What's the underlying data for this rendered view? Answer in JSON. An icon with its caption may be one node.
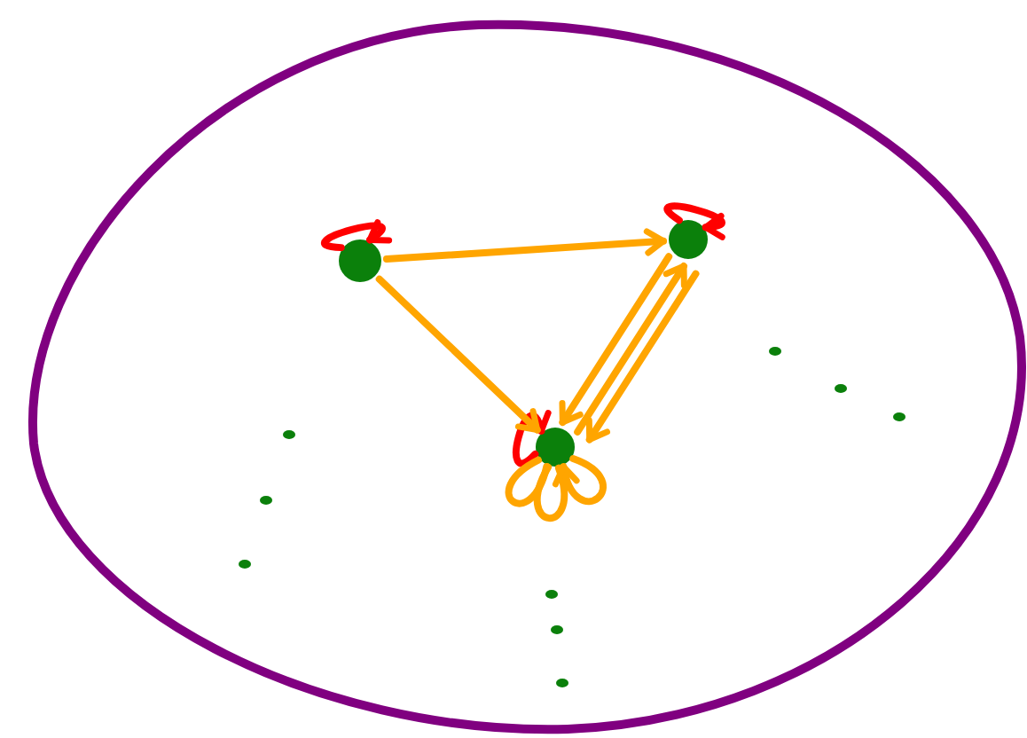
{
  "diagram": {
    "nodes": [
      {
        "text": [],
        "shape": "circle"
      },
      {
        "text": [],
        "shape": "circle",
        "in": 0
      },
      {
        "text": [],
        "shape": "circle",
        "in": 0
      },
      {
        "text": [],
        "shape": "circle",
        "in": 0
      }
    ],
    "edges": [
      {
        "from": 1,
        "to": 1,
        "arrow": "to",
        "color": "#ff0000"
      },
      {
        "from": 2,
        "to": 2,
        "arrow": "to",
        "color": "#ff0000"
      },
      {
        "from": 3,
        "to": 3,
        "arrow": "to",
        "color": "#ff0000"
      },
      {
        "from": 1,
        "to": 2,
        "arrow": "to"
      },
      {
        "from": 1,
        "to": 3,
        "arrow": "to"
      },
      {
        "from": 2,
        "to": 3,
        "arrow": "to"
      },
      {
        "from": 2,
        "to": 3,
        "arrow": "to"
      },
      {
        "from": 3,
        "to": 2,
        "arrow": "to"
      },
      {
        "from": 3,
        "to": 3,
        "arrow": "none"
      },
      {
        "from": 3,
        "to": 3,
        "arrow": "none"
      },
      {
        "from": 3,
        "to": 3,
        "arrow": "to"
      }
    ]
  }
}
